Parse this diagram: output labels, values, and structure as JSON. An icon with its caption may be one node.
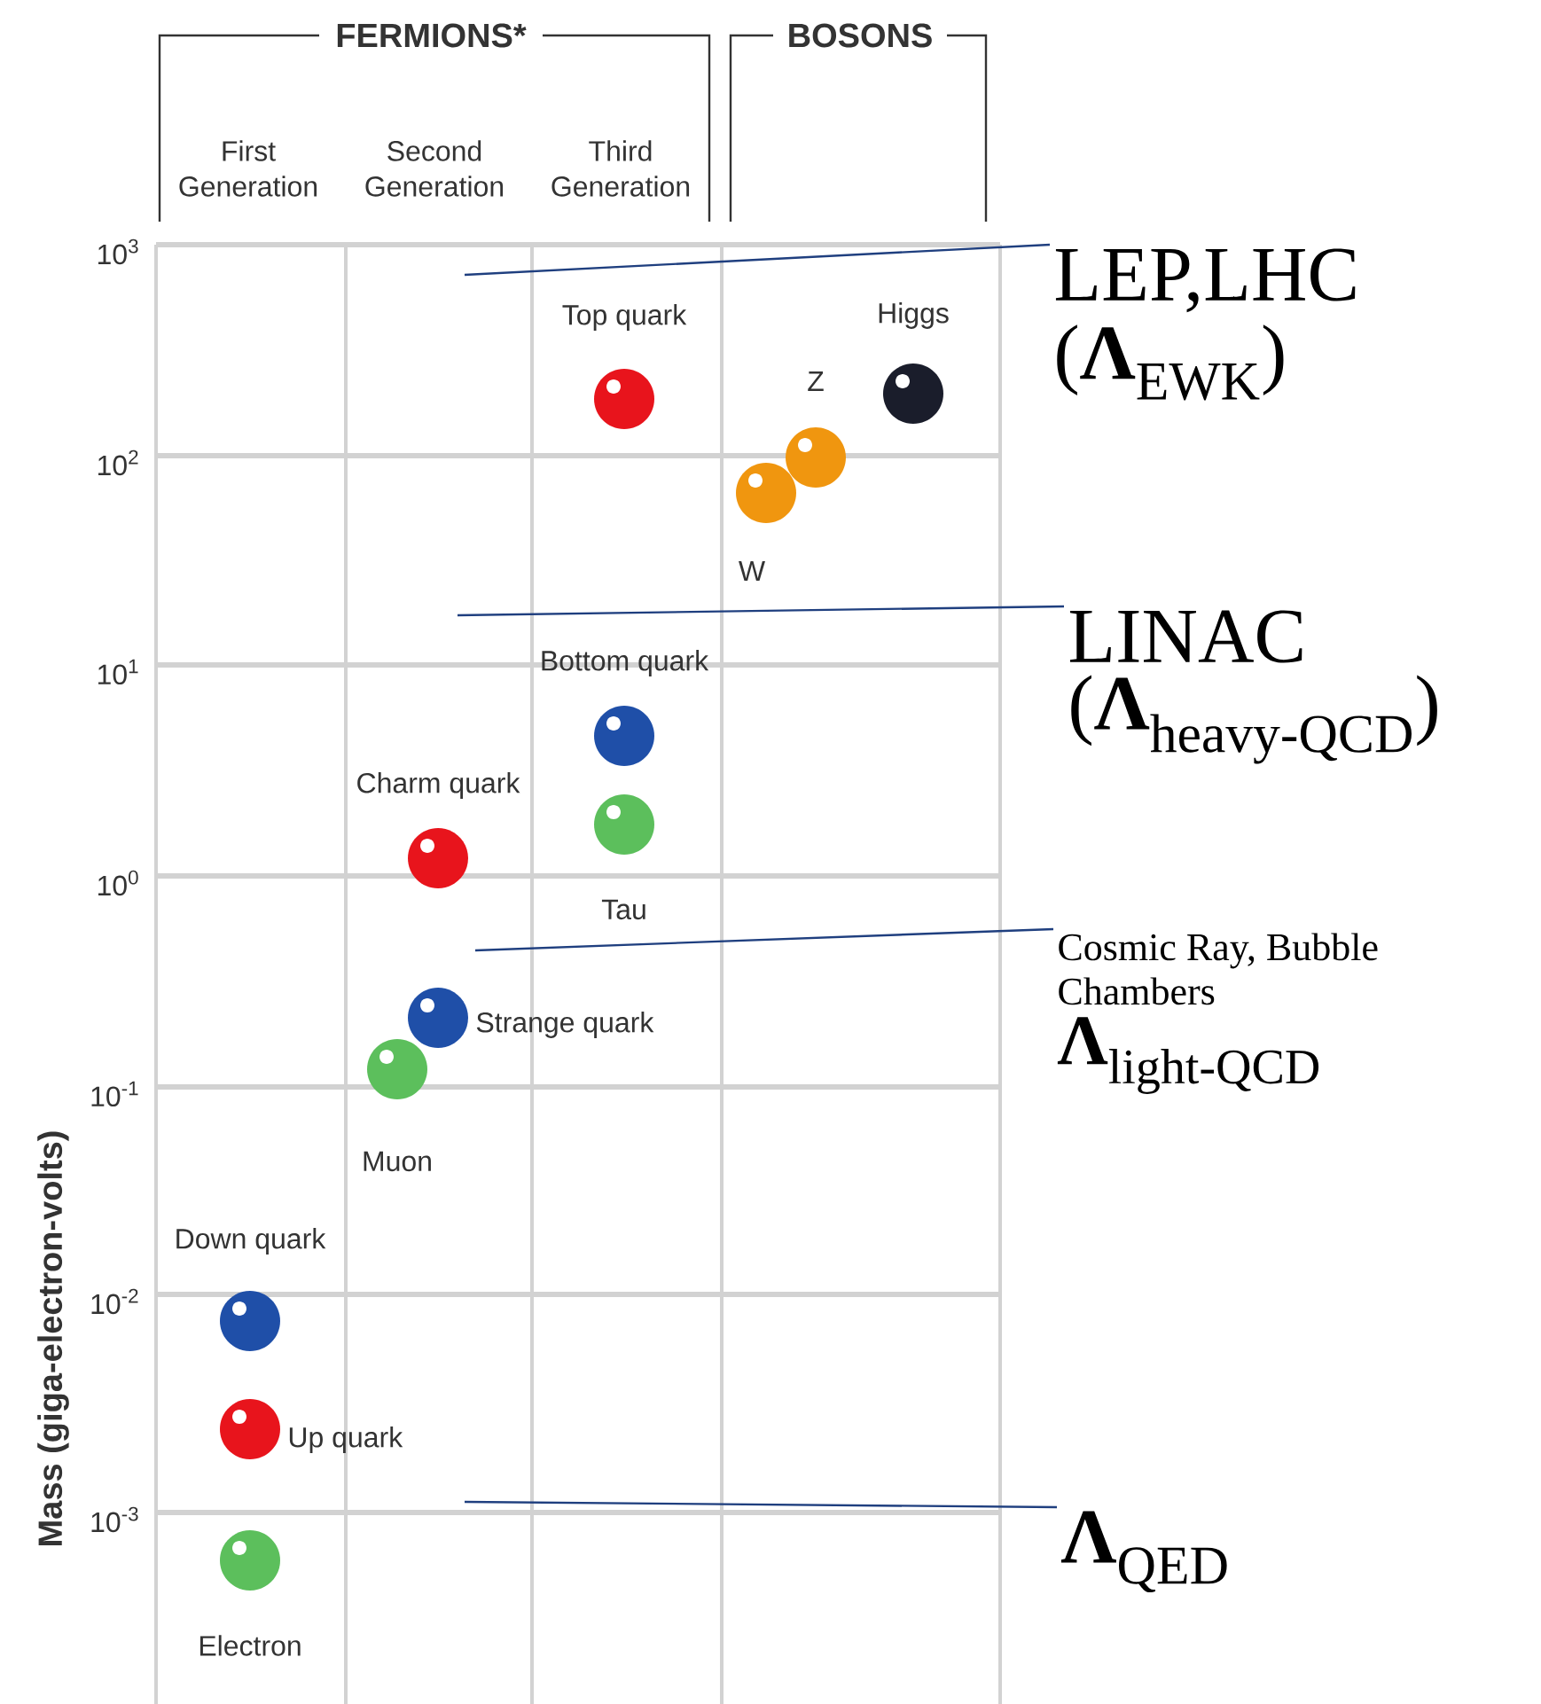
{
  "diagram": {
    "nodes": [
      {
        "text": [],
        "shape": "circle",
        "beside": [
          "Top quark"
        ]
      },
      {
        "text": [],
        "shape": "circle",
        "beside": [
          "Higgs"
        ]
      },
      {
        "text": [],
        "shape": "circle",
        "beside": [
          "Z"
        ]
      },
      {
        "text": [],
        "shape": "circle",
        "beside": [
          "W"
        ]
      },
      {
        "text": [],
        "shape": "circle",
        "beside": [
          "Bottom quark"
        ]
      },
      {
        "text": [],
        "shape": "circle",
        "beside": [
          "Charm quark"
        ]
      },
      {
        "text": [],
        "shape": "circle",
        "beside": [
          "Tau"
        ]
      },
      {
        "text": [],
        "shape": "circle",
        "beside": [
          "Strange quark"
        ]
      },
      {
        "text": [],
        "shape": "circle",
        "beside": [
          "Muon"
        ]
      },
      {
        "text": [],
        "shape": "circle",
        "beside": [
          "Down quark"
        ]
      },
      {
        "text": [],
        "shape": "circle",
        "beside": [
          "Up quark"
        ]
      },
      {
        "text": [],
        "shape": "circle",
        "beside": [
          "Electron"
        ]
      },
      {
        "text": [
          "LEP,LHC",
          "(**Λ**$_{EWK}$)"
        ]
      },
      {
        "text": [
          "LINAC",
          "(**Λ**$_{heavy-QCD}$)"
        ]
      },
      {
        "text": [
          "Cosmic Ray, Bubble Chambers",
          "**Λ**$_{light-QCD}$"
        ]
      },
      {
        "text": [
          "**Λ**$_{QED}$"
        ]
      }
    ],
    "edges": [
      {
        "from": 12,
        "to": null,
        "arrow": "none"
      },
      {
        "from": 13,
        "to": null,
        "arrow": "none"
      },
      {
        "from": 14,
        "to": null,
        "arrow": "none"
      },
      {
        "from": 15,
        "to": null,
        "arrow": "none"
      }
    ],
    "labels": [
      "FERMIONS*",
      "BOSONS",
      "First Generation",
      "Second Generation",
      "Third Generation",
      "10$^{3}$",
      "10$^{2}$",
      "10$^{1}$",
      "10$^{0}$",
      "10$^{-1}$",
      "10$^{-2}$",
      "10$^{-3}$",
      "Mass (giga-electron-volts)"
    ]
  }
}
